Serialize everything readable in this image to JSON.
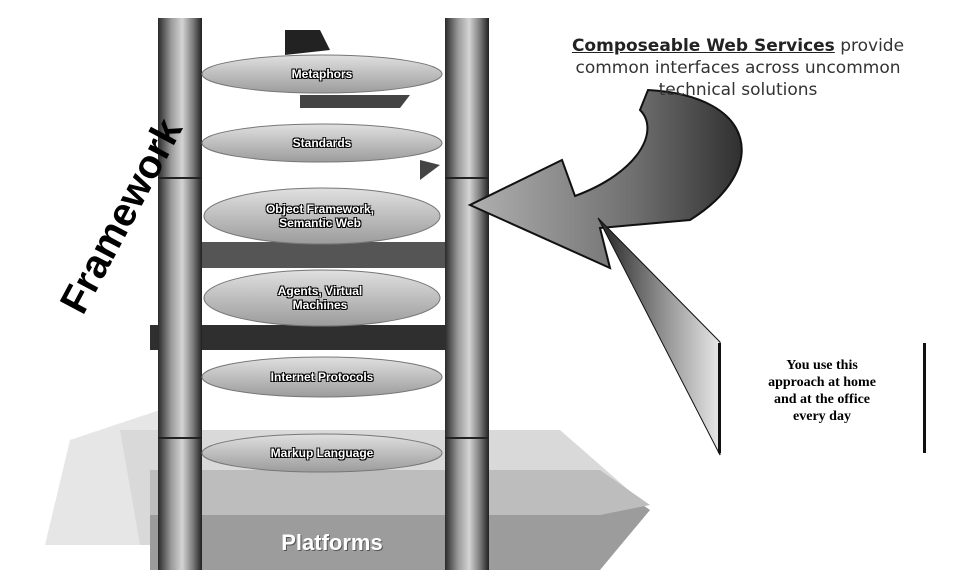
{
  "headline": {
    "emphasis": "Composeable Web Services",
    "rest_line1": " provide",
    "line2": "common interfaces across uncommon",
    "line3": "technical solutions"
  },
  "layers": [
    "Metaphors",
    "Standards",
    "Object Framework, Semantic Web",
    "Agents, Virtual Machines",
    "Internet Protocols",
    "Markup Language"
  ],
  "base_label": "Platforms",
  "side_label": "Framework",
  "callout_lines": [
    "You use this",
    "approach at home",
    "and at the office",
    "every day"
  ]
}
